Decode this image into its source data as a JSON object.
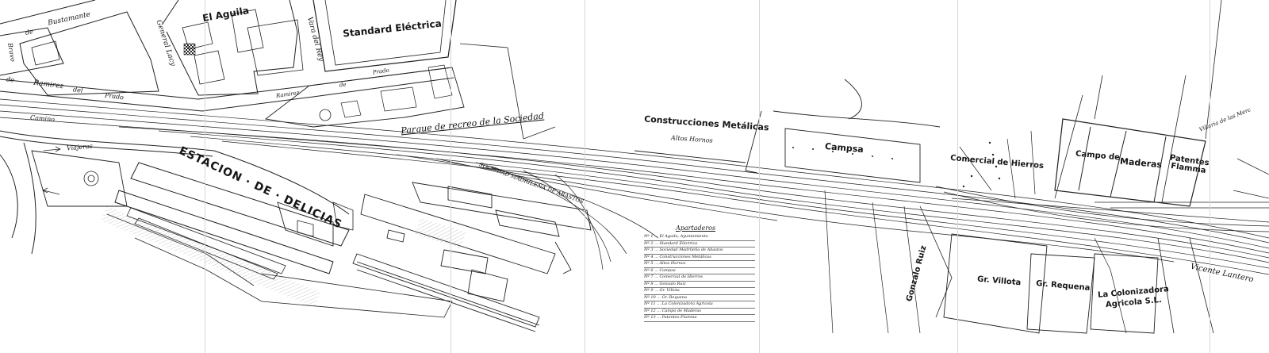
{
  "streets": {
    "bustamante": "Bustamante",
    "de": "de",
    "bravo": "Bravo",
    "general_lacy": "General Lacy",
    "ramirez_left": "Ramirez",
    "ramirez_right": "Ramirez",
    "de_left": "de",
    "del_left": "del",
    "prado_left": "Prado",
    "de_right": "de",
    "prado_right": "Prado",
    "vara_del_rey": "Vara del Rey",
    "camino": "Camino",
    "viajeros": "Viajeros",
    "vicente_lantero": "Vicente Lantero",
    "villaria_de_las_merc": "Villaria de las Merc"
  },
  "companies": {
    "el_aguila": "El Aguila",
    "standard_electrica": "Standard Eléctrica",
    "parque_recreo": "Parque de recreo de la Sociedad",
    "construcciones_metalicas": "Construcciones Metálicas",
    "altos_hornos": "Altos Hornos",
    "campsa": "Campsa",
    "comercial_hierros": "Comercial de Hierros",
    "campo_maderas": "Campo de",
    "maderas": "Maderas",
    "patentes_flamma": "Patentes Flamma",
    "estacion_delicias": "ESTACION · DE · DELICIAS",
    "sociedad_abastos": "SOCIEDAD MADRILEÑA DE ABASTOS",
    "gonzalo_ruiz": "Gonzalo Ruiz",
    "gr_villota": "Gr. Villota",
    "gr_requena": "Gr. Requena",
    "colonizadora_1": "La Colonizadora",
    "colonizadora_2": "Agricola S.L."
  },
  "legend": {
    "title": "Apartaderos",
    "rows": [
      "Nº 1 ... El Aguila, Ayuntamiento",
      "Nº 2 ... Standard Eléctrica",
      "Nº 3 ... Sociedad Madrileña de Abastos",
      "Nº 4 ... Construcciones Metálicas",
      "Nº 5 ... Altos Hornos",
      "Nº 6 ... Campsa",
      "Nº 7 ... Comercial de Hierros",
      "Nº 8 ... Gonzalo Ruiz",
      "Nº 9 ... Gr. Villota",
      "Nº 10 ... Gr. Requena",
      "Nº 11 ... La Colonizadora Agricola",
      "Nº 12 ... Campo de Maderas",
      "Nº 13 ... Patentes Flamma"
    ]
  }
}
